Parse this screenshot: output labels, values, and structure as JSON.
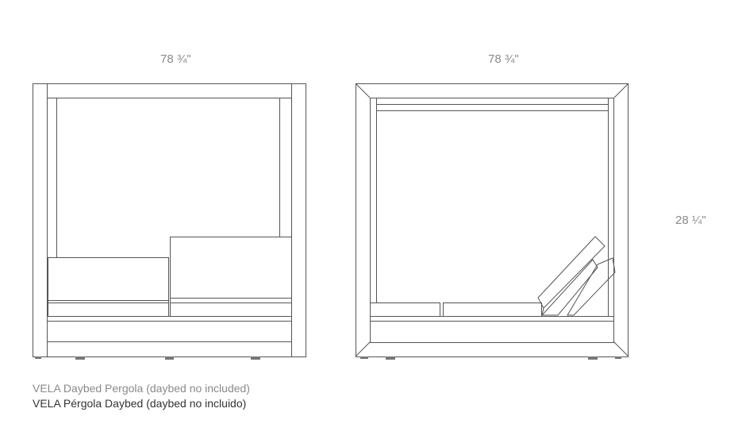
{
  "front_view": {
    "width_label": "78 ¾\""
  },
  "side_view": {
    "width_label": "78 ¾\"",
    "height_label": "28 ¼\""
  },
  "caption": {
    "english": "VELA Daybed Pergola (daybed no included)",
    "spanish": "VELA Pérgola Daybed (daybed no incluido)"
  },
  "colors": {
    "line": "#555555",
    "dimension_text": "#8a8a8a",
    "caption_en": "#8a8a8a",
    "caption_es": "#333333"
  }
}
